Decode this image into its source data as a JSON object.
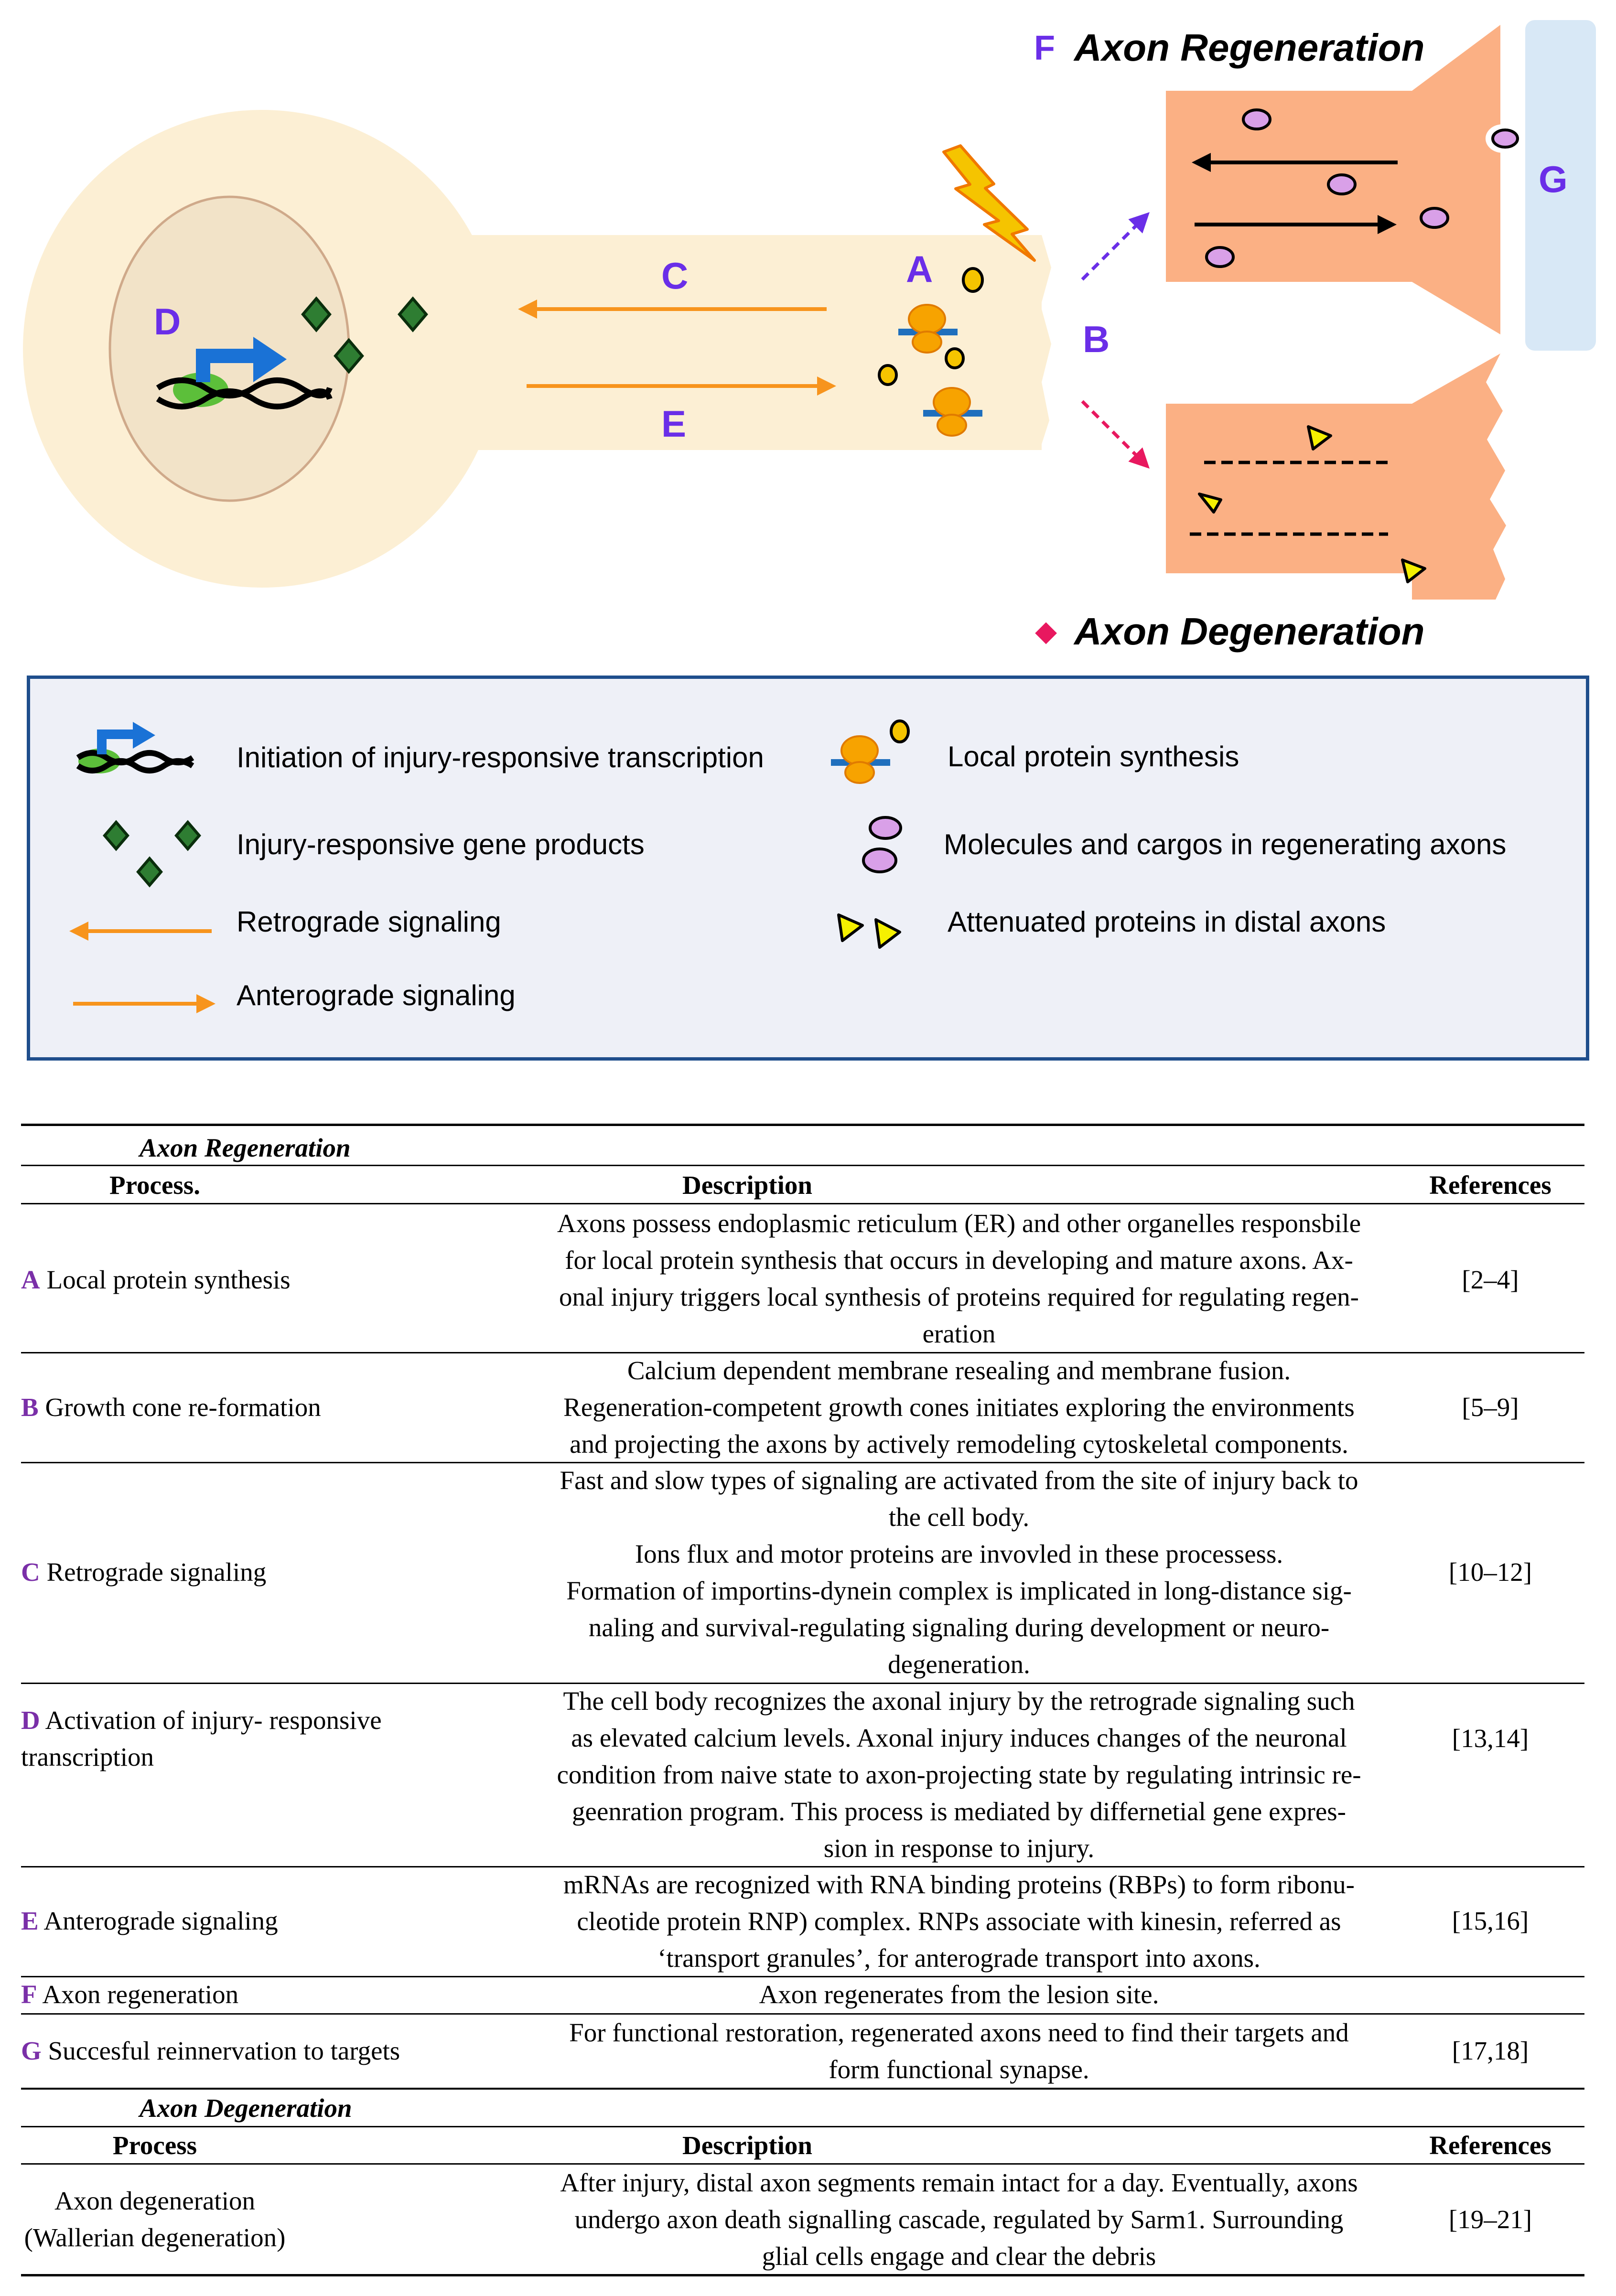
{
  "diagram": {
    "label_f": "F",
    "title_regeneration": "Axon Regeneration",
    "title_degeneration": "Axon Degeneration",
    "degeneration_marker": "◆",
    "labels": {
      "a": "A",
      "b": "B",
      "c": "C",
      "d": "D",
      "e": "E",
      "g": "G"
    }
  },
  "legend": {
    "items": [
      {
        "text": "Initiation of injury-responsive transcription"
      },
      {
        "text": "Injury-responsive gene products"
      },
      {
        "text": "Retrograde signaling"
      },
      {
        "text": "Anterograde signaling"
      },
      {
        "text": "Local protein synthesis"
      },
      {
        "text": "Molecules and cargos in regenerating axons"
      },
      {
        "text": "Attenuated proteins in distal axons"
      }
    ]
  },
  "table": {
    "section1": "Axon Regeneration",
    "headers1": {
      "process": "Process.",
      "description": "Description",
      "references": "References"
    },
    "rows": [
      {
        "letter": "A",
        "process": "Local protein synthesis",
        "desc": [
          "Axons possess endoplasmic reticulum (ER) and other organelles responsbile",
          "for local protein synthesis that occurs in developing and mature axons. Ax-",
          "onal injury triggers local synthesis of proteins required for regulating regen-",
          "eration"
        ],
        "refs": "[2–4]"
      },
      {
        "letter": "B",
        "process": "Growth cone re-formation",
        "desc": [
          "Calcium dependent membrane resealing and membrane fusion.",
          "Regeneration-competent growth cones initiates exploring the environments",
          "and projecting the axons by actively remodeling cytoskeletal components."
        ],
        "refs": "[5–9]"
      },
      {
        "letter": "C",
        "process": "Retrograde signaling",
        "desc": [
          "Fast and slow types of signaling are activated from the site of injury back to",
          "the cell body.",
          "Ions flux and motor proteins are invovled in these processess.",
          "Formation of importins-dynein complex is implicated in long-distance sig-",
          "naling and survival-regulating signaling during development or neuro-",
          "degeneration."
        ],
        "refs": "[10–12]"
      },
      {
        "letter": "D",
        "process": "Activation of injury- responsive",
        "process2": "transcription",
        "desc": [
          "The cell body recognizes the axonal injury by the retrograde signaling such",
          "as elevated calcium levels. Axonal injury induces changes of the neuronal",
          "condition from naive state to axon-projecting state by regulating intrinsic re-",
          "geenration program. This process is mediated by differnetial gene expres-",
          "sion in response to injury."
        ],
        "refs": "[13,14]"
      },
      {
        "letter": "E",
        "process": "Anterograde signaling",
        "desc": [
          "mRNAs are recognized with RNA binding proteins (RBPs) to form ribonu-",
          "cleotide protein RNP) complex. RNPs associate with kinesin, referred as",
          "‘transport granules’, for anterograde transport into axons."
        ],
        "refs": "[15,16]"
      },
      {
        "letter": "F",
        "process": "Axon regeneration",
        "desc": [
          "Axon regenerates from the lesion site."
        ],
        "refs": ""
      },
      {
        "letter": "G",
        "process": "Succesful reinnervation to targets",
        "desc": [
          "For functional restoration, regenerated axons need to find their targets and",
          "form functional synapse."
        ],
        "refs": "[17,18]"
      }
    ],
    "section2": "Axon Degeneration",
    "headers2": {
      "process": "Process",
      "description": "Description",
      "references": "References"
    },
    "deg_row": {
      "process": [
        "Axon degeneration",
        "(Wallerian degeneration)"
      ],
      "desc": [
        "After injury, distal axon segments remain intact for a day. Eventually, axons",
        "undergo axon death signalling cascade, regulated by Sarm1. Surrounding",
        "glial cells engage and clear the debris"
      ],
      "refs": "[19–21]"
    }
  }
}
